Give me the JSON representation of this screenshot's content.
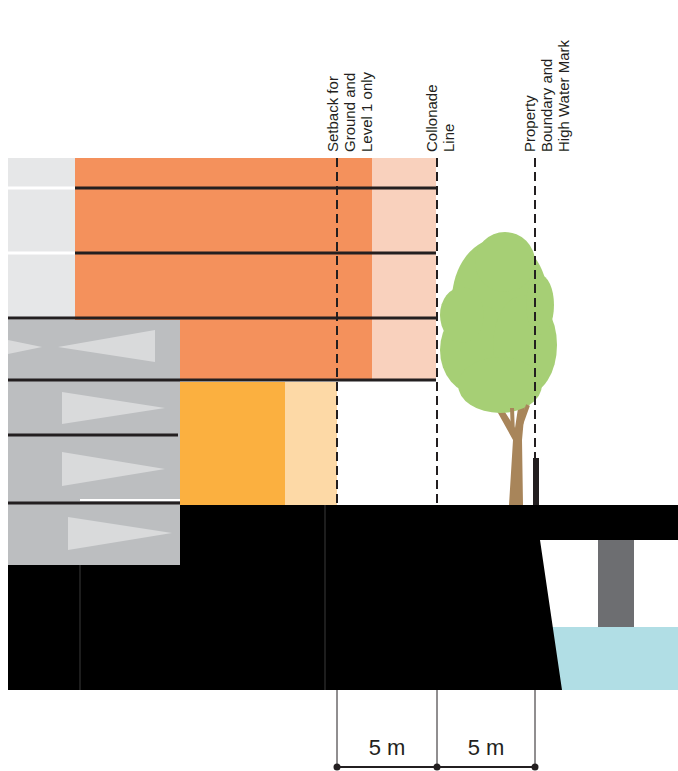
{
  "diagram": {
    "labels": [
      "Setback for Ground and Level 1 only",
      "Collonade Line",
      "Property Boundary and High Water Mark",
      "5 m",
      "5 m"
    ]
  }
}
